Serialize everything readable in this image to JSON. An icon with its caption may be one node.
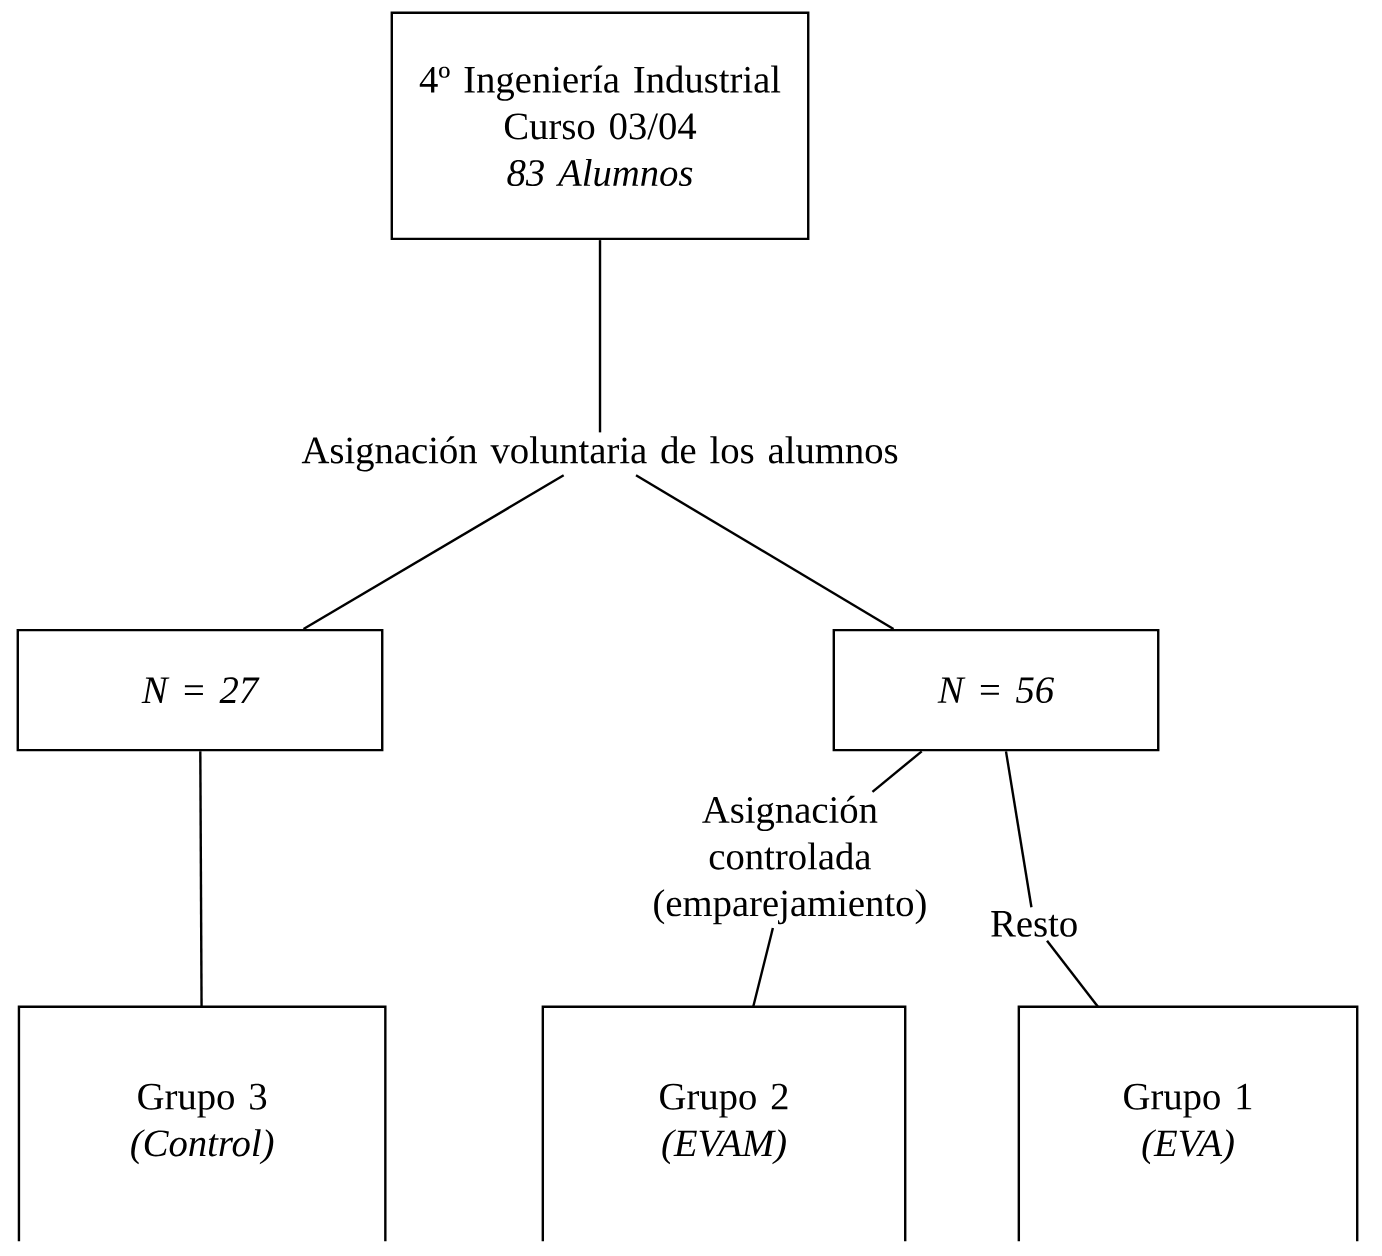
{
  "diagram": {
    "nodes": [
      {
        "text": [
          "4º Ingeniería Industrial Curso 03/04",
          "83 Alumnos"
        ]
      },
      {
        "text": [
          "Asignación voluntaria de los alumnos"
        ]
      },
      {
        "text": [
          "N = 27"
        ]
      },
      {
        "text": [
          "N = 56"
        ]
      },
      {
        "text": [
          "Asignación controlada (emparejamiento)"
        ]
      },
      {
        "text": [
          "Resto"
        ]
      },
      {
        "text": [
          "Grupo 3",
          "(Control)"
        ]
      },
      {
        "text": [
          "Grupo 2",
          "(EVAM)"
        ]
      },
      {
        "text": [
          "Grupo 1",
          "(EVA)"
        ]
      }
    ],
    "edges": [
      {
        "from": 0,
        "to": 1,
        "arrow": "none"
      },
      {
        "from": 1,
        "to": 2,
        "arrow": "none"
      },
      {
        "from": 1,
        "to": 3,
        "arrow": "none"
      },
      {
        "from": 2,
        "to": 6,
        "arrow": "none"
      },
      {
        "from": 3,
        "to": 4,
        "arrow": "none"
      },
      {
        "from": 4,
        "to": 7,
        "arrow": "none"
      },
      {
        "from": 3,
        "to": 5,
        "arrow": "none"
      },
      {
        "from": 5,
        "to": 8,
        "arrow": "none"
      }
    ]
  }
}
